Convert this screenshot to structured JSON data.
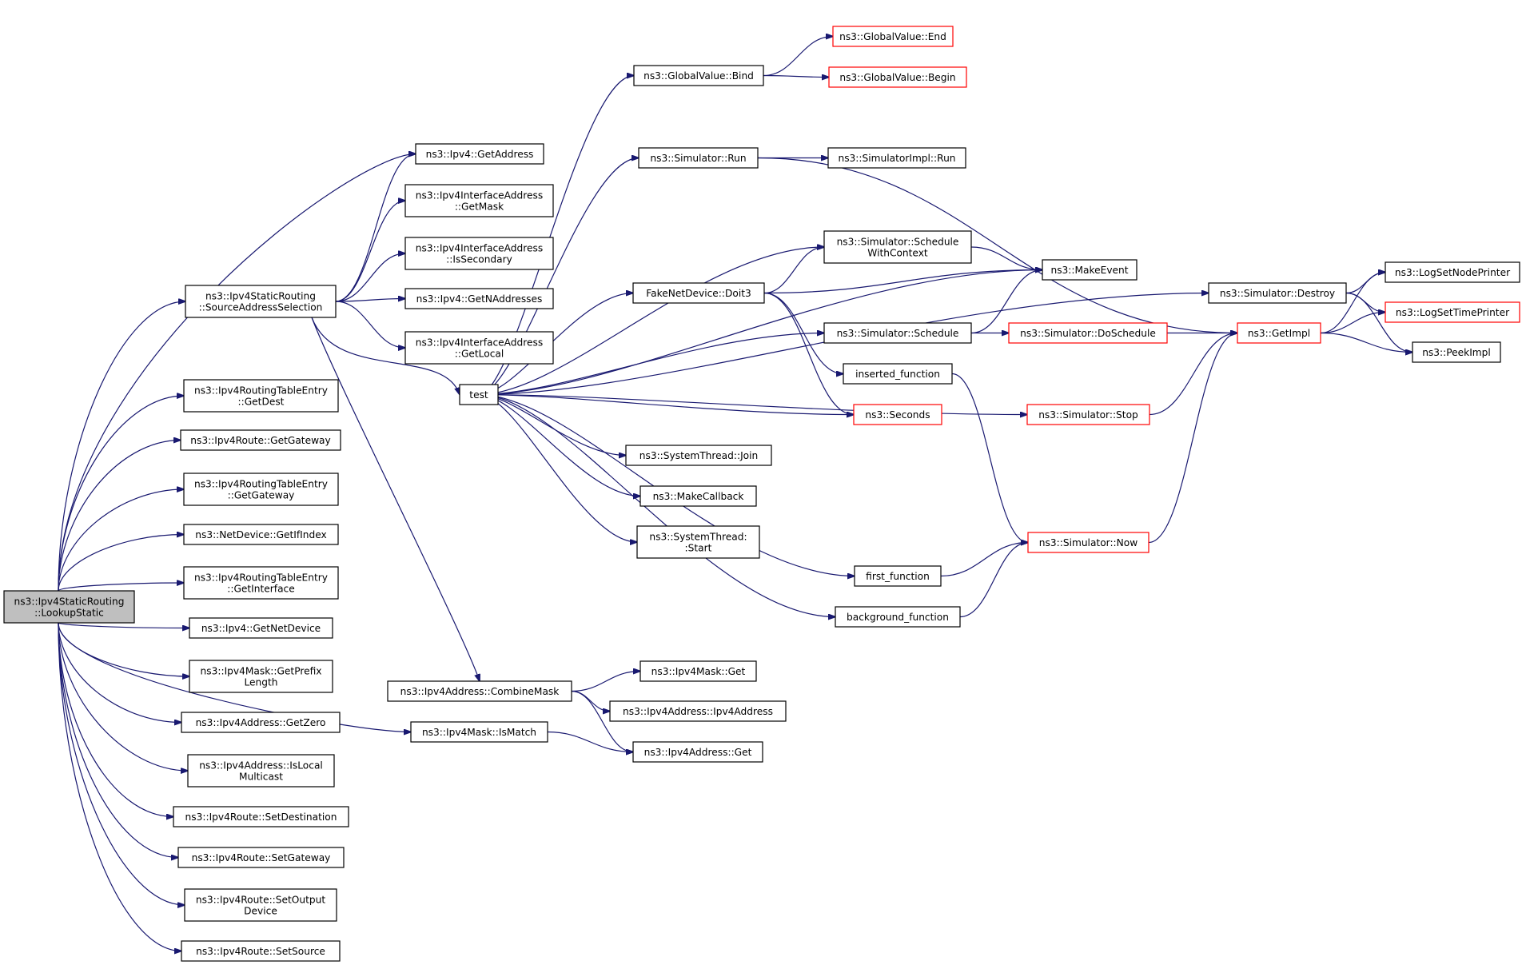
{
  "diagram": {
    "nodes": [
      {
        "id": "root",
        "lines": [
          "ns3::Ipv4StaticRouting",
          "::LookupStatic"
        ],
        "border": "black",
        "highlighted": true
      },
      {
        "id": "sas",
        "lines": [
          "ns3::Ipv4StaticRouting",
          "::SourceAddressSelection"
        ],
        "border": "black"
      },
      {
        "id": "ipv4_getaddress",
        "lines": [
          "ns3::Ipv4::GetAddress"
        ],
        "border": "black"
      },
      {
        "id": "ifaddr_getmask",
        "lines": [
          "ns3::Ipv4InterfaceAddress",
          "::GetMask"
        ],
        "border": "black"
      },
      {
        "id": "ifaddr_issecondary",
        "lines": [
          "ns3::Ipv4InterfaceAddress",
          "::IsSecondary"
        ],
        "border": "black"
      },
      {
        "id": "ipv4_getnaddresses",
        "lines": [
          "ns3::Ipv4::GetNAddresses"
        ],
        "border": "black"
      },
      {
        "id": "ifaddr_getlocal",
        "lines": [
          "ns3::Ipv4InterfaceAddress",
          "::GetLocal"
        ],
        "border": "black"
      },
      {
        "id": "rte_getdest",
        "lines": [
          "ns3::Ipv4RoutingTableEntry",
          "::GetDest"
        ],
        "border": "black"
      },
      {
        "id": "route_getgateway",
        "lines": [
          "ns3::Ipv4Route::GetGateway"
        ],
        "border": "black"
      },
      {
        "id": "rte_getgateway",
        "lines": [
          "ns3::Ipv4RoutingTableEntry",
          "::GetGateway"
        ],
        "border": "black"
      },
      {
        "id": "netdev_getifindex",
        "lines": [
          "ns3::NetDevice::GetIfIndex"
        ],
        "border": "black"
      },
      {
        "id": "rte_getinterface",
        "lines": [
          "ns3::Ipv4RoutingTableEntry",
          "::GetInterface"
        ],
        "border": "black"
      },
      {
        "id": "ipv4_getnetdevice",
        "lines": [
          "ns3::Ipv4::GetNetDevice"
        ],
        "border": "black"
      },
      {
        "id": "mask_getprefix",
        "lines": [
          "ns3::Ipv4Mask::GetPrefix",
          "Length"
        ],
        "border": "black"
      },
      {
        "id": "addr_getzero",
        "lines": [
          "ns3::Ipv4Address::GetZero"
        ],
        "border": "black"
      },
      {
        "id": "addr_islocalmc",
        "lines": [
          "ns3::Ipv4Address::IsLocal",
          "Multicast"
        ],
        "border": "black"
      },
      {
        "id": "route_setdest",
        "lines": [
          "ns3::Ipv4Route::SetDestination"
        ],
        "border": "black"
      },
      {
        "id": "route_setgateway",
        "lines": [
          "ns3::Ipv4Route::SetGateway"
        ],
        "border": "black"
      },
      {
        "id": "route_setoutput",
        "lines": [
          "ns3::Ipv4Route::SetOutput",
          "Device"
        ],
        "border": "black"
      },
      {
        "id": "route_setsource",
        "lines": [
          "ns3::Ipv4Route::SetSource"
        ],
        "border": "black"
      },
      {
        "id": "test",
        "lines": [
          "test"
        ],
        "border": "black"
      },
      {
        "id": "addr_combinemask",
        "lines": [
          "ns3::Ipv4Address::CombineMask"
        ],
        "border": "black"
      },
      {
        "id": "mask_ismatch",
        "lines": [
          "ns3::Ipv4Mask::IsMatch"
        ],
        "border": "black"
      },
      {
        "id": "mask_get",
        "lines": [
          "ns3::Ipv4Mask::Get"
        ],
        "border": "black"
      },
      {
        "id": "addr_ctor",
        "lines": [
          "ns3::Ipv4Address::Ipv4Address"
        ],
        "border": "black"
      },
      {
        "id": "addr_get",
        "lines": [
          "ns3::Ipv4Address::Get"
        ],
        "border": "black"
      },
      {
        "id": "gv_bind",
        "lines": [
          "ns3::GlobalValue::Bind"
        ],
        "border": "black"
      },
      {
        "id": "gv_end",
        "lines": [
          "ns3::GlobalValue::End"
        ],
        "border": "red"
      },
      {
        "id": "gv_begin",
        "lines": [
          "ns3::GlobalValue::Begin"
        ],
        "border": "red"
      },
      {
        "id": "sim_run",
        "lines": [
          "ns3::Simulator::Run"
        ],
        "border": "black"
      },
      {
        "id": "simimpl_run",
        "lines": [
          "ns3::SimulatorImpl::Run"
        ],
        "border": "black"
      },
      {
        "id": "sim_schedwctx",
        "lines": [
          "ns3::Simulator::Schedule",
          "WithContext"
        ],
        "border": "black"
      },
      {
        "id": "makeevent",
        "lines": [
          "ns3::MakeEvent"
        ],
        "border": "black"
      },
      {
        "id": "doit3",
        "lines": [
          "FakeNetDevice::Doit3"
        ],
        "border": "black"
      },
      {
        "id": "sim_schedule",
        "lines": [
          "ns3::Simulator::Schedule"
        ],
        "border": "black"
      },
      {
        "id": "sim_doschedule",
        "lines": [
          "ns3::Simulator::DoSchedule"
        ],
        "border": "red"
      },
      {
        "id": "inserted_function",
        "lines": [
          "inserted_function"
        ],
        "border": "black"
      },
      {
        "id": "seconds",
        "lines": [
          "ns3::Seconds"
        ],
        "border": "red"
      },
      {
        "id": "sim_stop",
        "lines": [
          "ns3::Simulator::Stop"
        ],
        "border": "red"
      },
      {
        "id": "systhread_join",
        "lines": [
          "ns3::SystemThread::Join"
        ],
        "border": "black"
      },
      {
        "id": "makecallback",
        "lines": [
          "ns3::MakeCallback"
        ],
        "border": "black"
      },
      {
        "id": "systhread_start",
        "lines": [
          "ns3::SystemThread:",
          ":Start"
        ],
        "border": "black"
      },
      {
        "id": "first_function",
        "lines": [
          "first_function"
        ],
        "border": "black"
      },
      {
        "id": "background_function",
        "lines": [
          "background_function"
        ],
        "border": "black"
      },
      {
        "id": "sim_now",
        "lines": [
          "ns3::Simulator::Now"
        ],
        "border": "red"
      },
      {
        "id": "sim_destroy",
        "lines": [
          "ns3::Simulator::Destroy"
        ],
        "border": "black"
      },
      {
        "id": "getimpl",
        "lines": [
          "ns3::GetImpl"
        ],
        "border": "red"
      },
      {
        "id": "lognodeprinter",
        "lines": [
          "ns3::LogSetNodePrinter"
        ],
        "border": "black"
      },
      {
        "id": "logtimeprinter",
        "lines": [
          "ns3::LogSetTimePrinter"
        ],
        "border": "red"
      },
      {
        "id": "peekimpl",
        "lines": [
          "ns3::PeekImpl"
        ],
        "border": "black"
      }
    ],
    "edges": [
      [
        "root",
        "sas"
      ],
      [
        "root",
        "ipv4_getaddress"
      ],
      [
        "root",
        "rte_getdest"
      ],
      [
        "root",
        "route_getgateway"
      ],
      [
        "root",
        "rte_getgateway"
      ],
      [
        "root",
        "netdev_getifindex"
      ],
      [
        "root",
        "rte_getinterface"
      ],
      [
        "root",
        "ipv4_getnetdevice"
      ],
      [
        "root",
        "mask_getprefix"
      ],
      [
        "root",
        "addr_getzero"
      ],
      [
        "root",
        "addr_islocalmc"
      ],
      [
        "root",
        "route_setdest"
      ],
      [
        "root",
        "route_setgateway"
      ],
      [
        "root",
        "route_setoutput"
      ],
      [
        "root",
        "route_setsource"
      ],
      [
        "root",
        "mask_ismatch"
      ],
      [
        "sas",
        "ipv4_getaddress"
      ],
      [
        "sas",
        "ifaddr_getmask"
      ],
      [
        "sas",
        "ifaddr_issecondary"
      ],
      [
        "sas",
        "ipv4_getnaddresses"
      ],
      [
        "sas",
        "ifaddr_getlocal"
      ],
      [
        "sas",
        "test"
      ],
      [
        "sas",
        "addr_combinemask"
      ],
      [
        "test",
        "gv_bind"
      ],
      [
        "test",
        "sim_run"
      ],
      [
        "test",
        "makeevent"
      ],
      [
        "test",
        "sim_schedwctx"
      ],
      [
        "test",
        "doit3"
      ],
      [
        "test",
        "sim_schedule"
      ],
      [
        "test",
        "seconds"
      ],
      [
        "test",
        "sim_stop"
      ],
      [
        "test",
        "systhread_join"
      ],
      [
        "test",
        "makecallback"
      ],
      [
        "test",
        "systhread_start"
      ],
      [
        "test",
        "first_function"
      ],
      [
        "test",
        "background_function"
      ],
      [
        "test",
        "sim_destroy"
      ],
      [
        "gv_bind",
        "gv_end"
      ],
      [
        "gv_bind",
        "gv_begin"
      ],
      [
        "sim_run",
        "simimpl_run"
      ],
      [
        "sim_run",
        "getimpl"
      ],
      [
        "sim_schedwctx",
        "makeevent"
      ],
      [
        "doit3",
        "sim_schedwctx"
      ],
      [
        "doit3",
        "makeevent"
      ],
      [
        "doit3",
        "inserted_function"
      ],
      [
        "doit3",
        "seconds"
      ],
      [
        "sim_schedule",
        "makeevent"
      ],
      [
        "sim_schedule",
        "sim_doschedule"
      ],
      [
        "sim_doschedule",
        "getimpl"
      ],
      [
        "inserted_function",
        "sim_now"
      ],
      [
        "sim_stop",
        "getimpl"
      ],
      [
        "first_function",
        "sim_now"
      ],
      [
        "background_function",
        "sim_now"
      ],
      [
        "sim_now",
        "getimpl"
      ],
      [
        "sim_destroy",
        "lognodeprinter"
      ],
      [
        "sim_destroy",
        "logtimeprinter"
      ],
      [
        "sim_destroy",
        "peekimpl"
      ],
      [
        "getimpl",
        "lognodeprinter"
      ],
      [
        "getimpl",
        "logtimeprinter"
      ],
      [
        "getimpl",
        "peekimpl"
      ],
      [
        "addr_combinemask",
        "mask_get"
      ],
      [
        "addr_combinemask",
        "addr_ctor"
      ],
      [
        "addr_combinemask",
        "addr_get"
      ],
      [
        "mask_ismatch",
        "addr_get"
      ]
    ],
    "colors": {
      "edge": "#191970",
      "node_border": "#000000",
      "node_border_red": "#ff0000",
      "root_fill": "#bfbfbf"
    }
  }
}
